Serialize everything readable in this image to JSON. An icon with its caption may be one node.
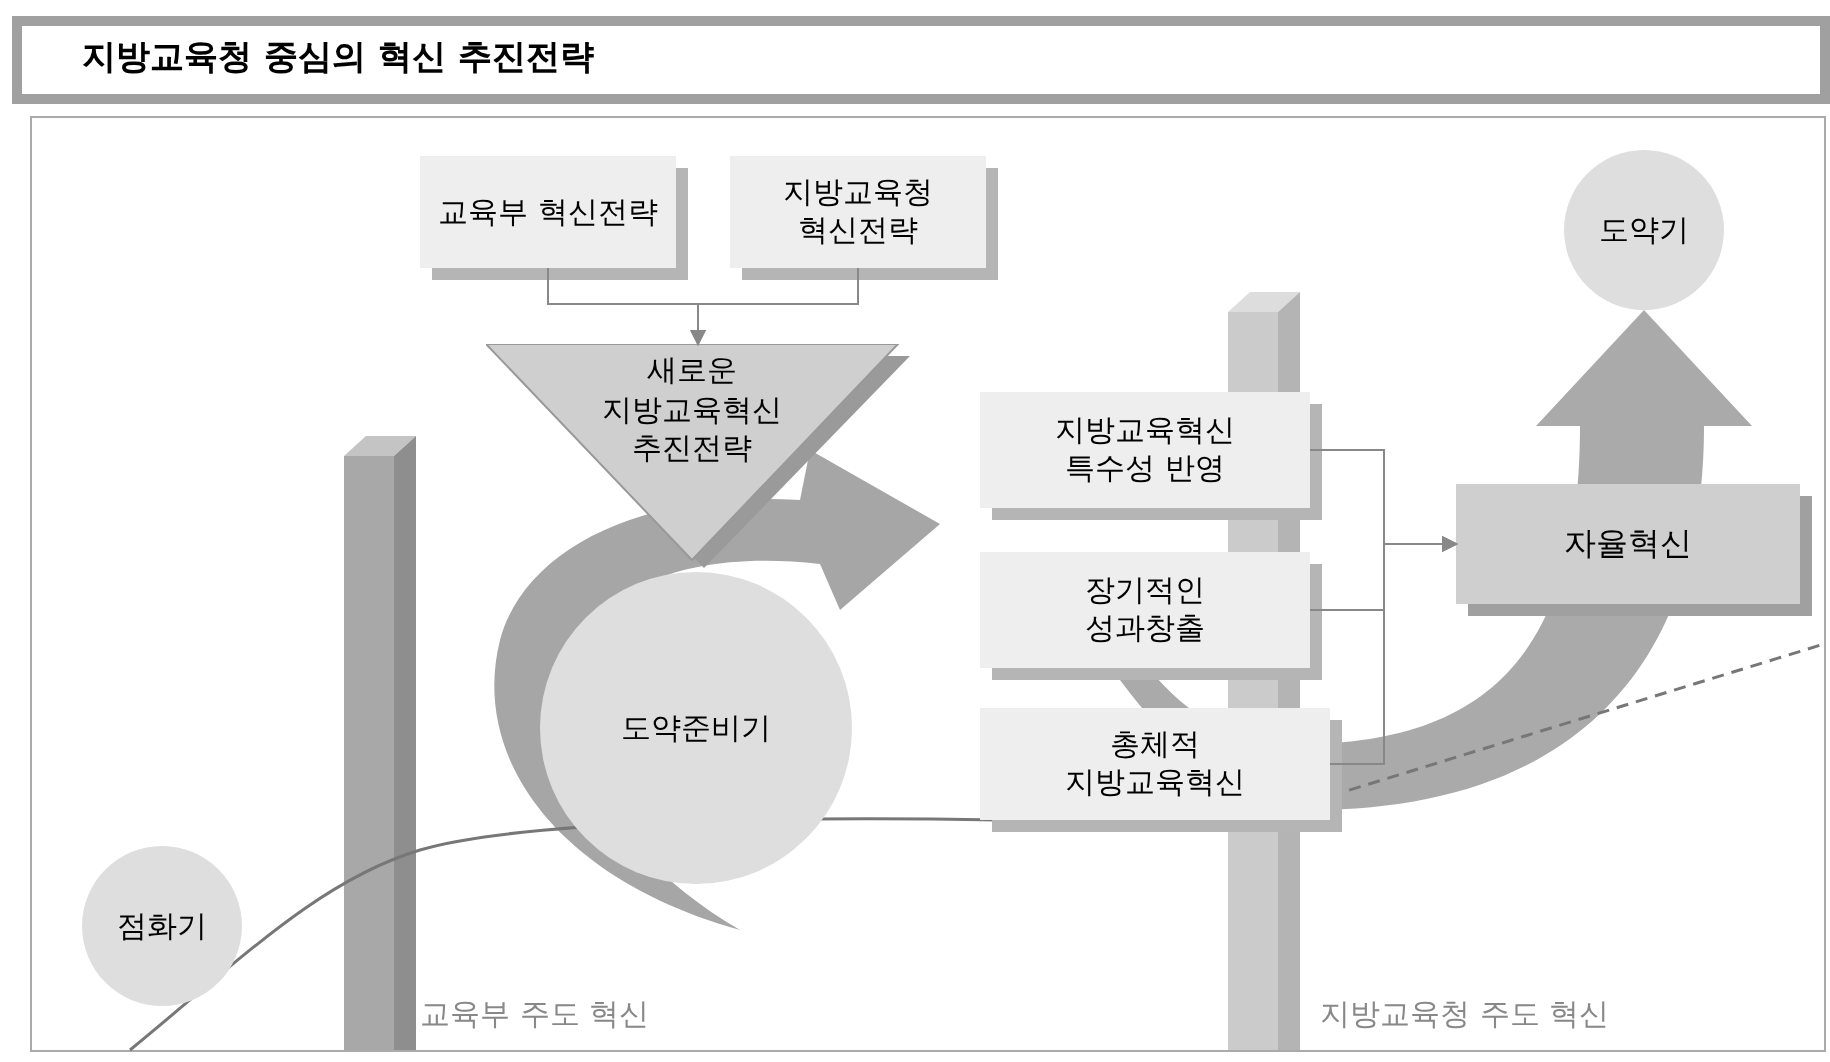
{
  "diagram": {
    "title": "지방교육청 중심의 혁신 추진전략",
    "nodes": [
      {
        "text": [
          "교육부 혁신전략"
        ]
      },
      {
        "text": [
          "지방교육청 혁신전략"
        ]
      },
      {
        "text": [
          "새로운 지방교육혁신 추진전략"
        ]
      },
      {
        "text": [
          "도약준비기"
        ]
      },
      {
        "text": [
          "점화기"
        ]
      },
      {
        "text": [
          "도약기"
        ]
      },
      {
        "text": [
          "지방교육혁신 특수성 반영"
        ]
      },
      {
        "text": [
          "장기적인 성과창출"
        ]
      },
      {
        "text": [
          "총체적 지방교육혁신"
        ]
      },
      {
        "text": [
          "자율혁신"
        ]
      }
    ],
    "edges": [
      {
        "from": 0,
        "to": 2,
        "arrow": "to"
      },
      {
        "from": 1,
        "to": 2,
        "arrow": "to"
      },
      {
        "from": 6,
        "to": 9,
        "arrow": "to"
      },
      {
        "from": 7,
        "to": 9,
        "arrow": "to"
      },
      {
        "from": 8,
        "to": 9,
        "arrow": "to"
      }
    ],
    "labels": [
      "교육부 주도 혁신",
      "지방교육청 주도 혁신"
    ]
  }
}
